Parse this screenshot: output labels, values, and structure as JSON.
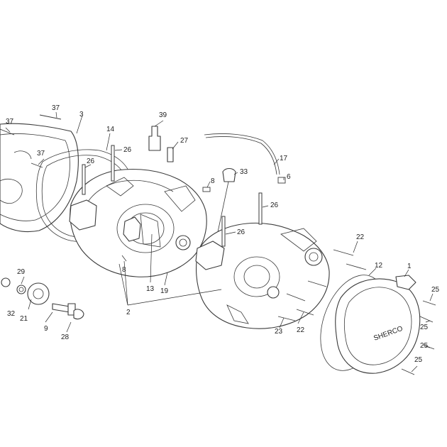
{
  "callouts": {
    "c1": "1",
    "c2": "2",
    "c3": "3",
    "c6": "6",
    "c8a": "8",
    "c8b": "8",
    "c9": "9",
    "c12": "12",
    "c13": "13",
    "c14": "14",
    "c17": "17",
    "c19": "19",
    "c21": "21",
    "c22a": "22",
    "c22b": "22",
    "c23": "23",
    "c25a": "25",
    "c25b": "25",
    "c25c": "25",
    "c25d": "25",
    "c26a": "26",
    "c26b": "26",
    "c26c": "26",
    "c26d": "26",
    "c27": "27",
    "c28": "28",
    "c29": "29",
    "c32": "32",
    "c33": "33",
    "c37a": "37",
    "c37b": "37",
    "c37c": "37",
    "c39": "39"
  },
  "logo_text": "SHERCO"
}
